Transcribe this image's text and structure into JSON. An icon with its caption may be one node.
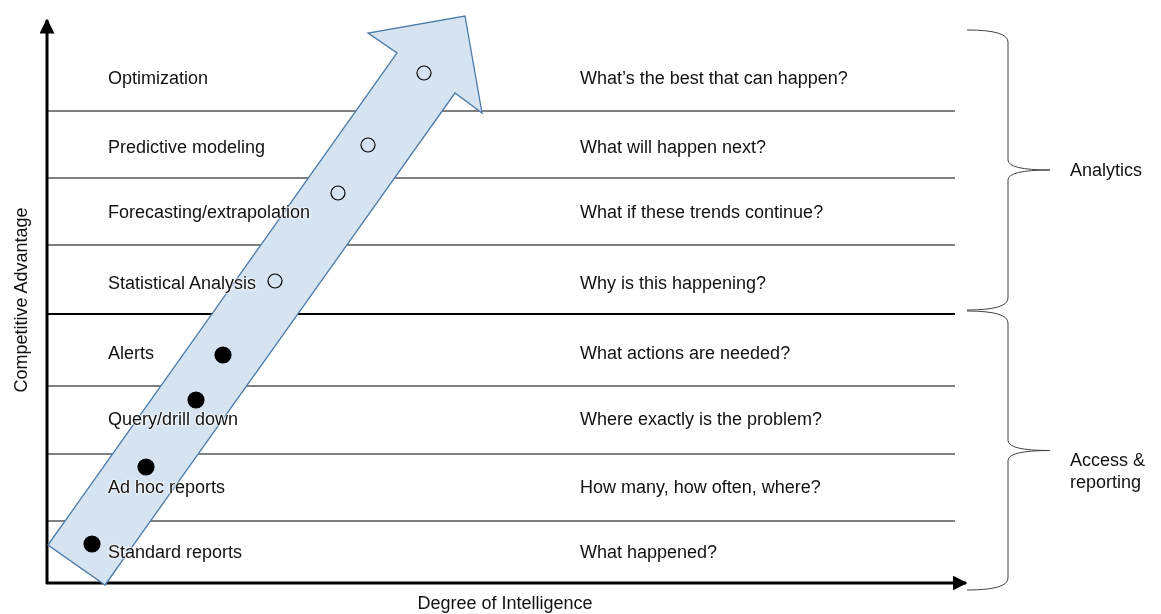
{
  "diagram": {
    "labels": [
      "Optimization",
      "What’s the best that can happen?",
      "Predictive modeling",
      "What will happen next?",
      "Forecasting/extrapolation",
      "What if these trends continue?",
      "Statistical Analysis",
      "Why is this happening?",
      "Alerts",
      "What actions are needed?",
      "Query/drill down",
      "Where exactly is the problem?",
      "Ad hoc reports",
      "How many, how often, where?",
      "Standard reports",
      "What happened?",
      "Analytics",
      "Access & reporting",
      "Competitive Advantage",
      "Degree of Intelligence"
    ]
  }
}
